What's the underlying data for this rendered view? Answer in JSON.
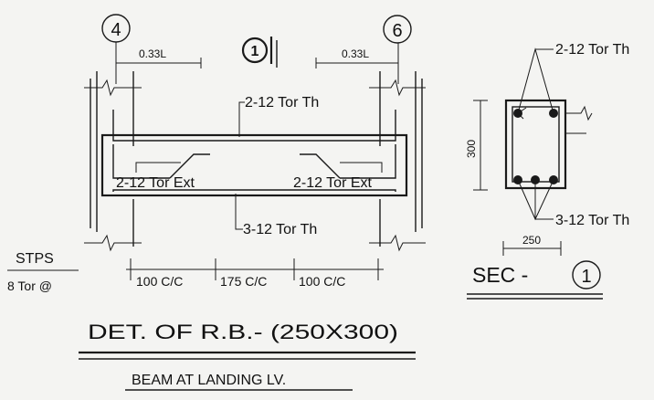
{
  "grid": {
    "left": "4",
    "right": "6"
  },
  "section_mark": "1",
  "elevation": {
    "dim_left": "0.33L",
    "dim_right": "0.33L",
    "top_bar": "2-12 Tor Th",
    "extra_left": "2-12 Tor Ext",
    "extra_right": "2-12 Tor Ext",
    "bottom_bar": "3-12 Tor Th",
    "stirrup_label_1": "STPS",
    "stirrup_label_2": "8 Tor @",
    "spacing": [
      "100 C/C",
      "175 C/C",
      "100 C/C"
    ]
  },
  "section": {
    "top_bar": "2-12 Tor Th",
    "bottom_bar": "3-12 Tor Th",
    "depth": "300",
    "width": "250",
    "label": "SEC -",
    "number": "1"
  },
  "titles": {
    "main": "DET. OF R.B.- (250X300)",
    "sub": "BEAM AT LANDING LV."
  }
}
